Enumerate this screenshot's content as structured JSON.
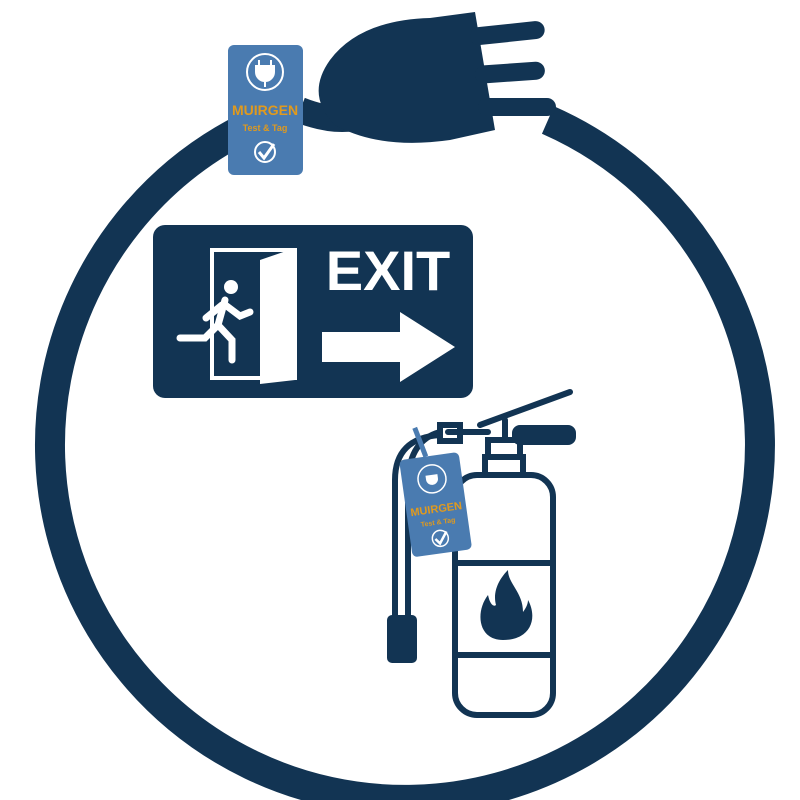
{
  "colors": {
    "navy": "#123453",
    "tag": "#4a7bb0",
    "brand_orange": "#e09a1e",
    "white": "#ffffff"
  },
  "exit_sign": {
    "text": "EXIT",
    "icons": [
      "running-man-icon",
      "door-icon",
      "arrow-right-icon"
    ]
  },
  "tag_top": {
    "brand": "MUIRGEN",
    "subtitle": "Test & Tag",
    "icons": [
      "plug-seal-icon",
      "checkmark-icon"
    ]
  },
  "tag_extinguisher": {
    "brand": "MUIRGEN",
    "subtitle": "Test & Tag",
    "icons": [
      "plug-seal-icon",
      "checkmark-icon"
    ]
  },
  "extinguisher": {
    "icons": [
      "flame-icon"
    ]
  }
}
